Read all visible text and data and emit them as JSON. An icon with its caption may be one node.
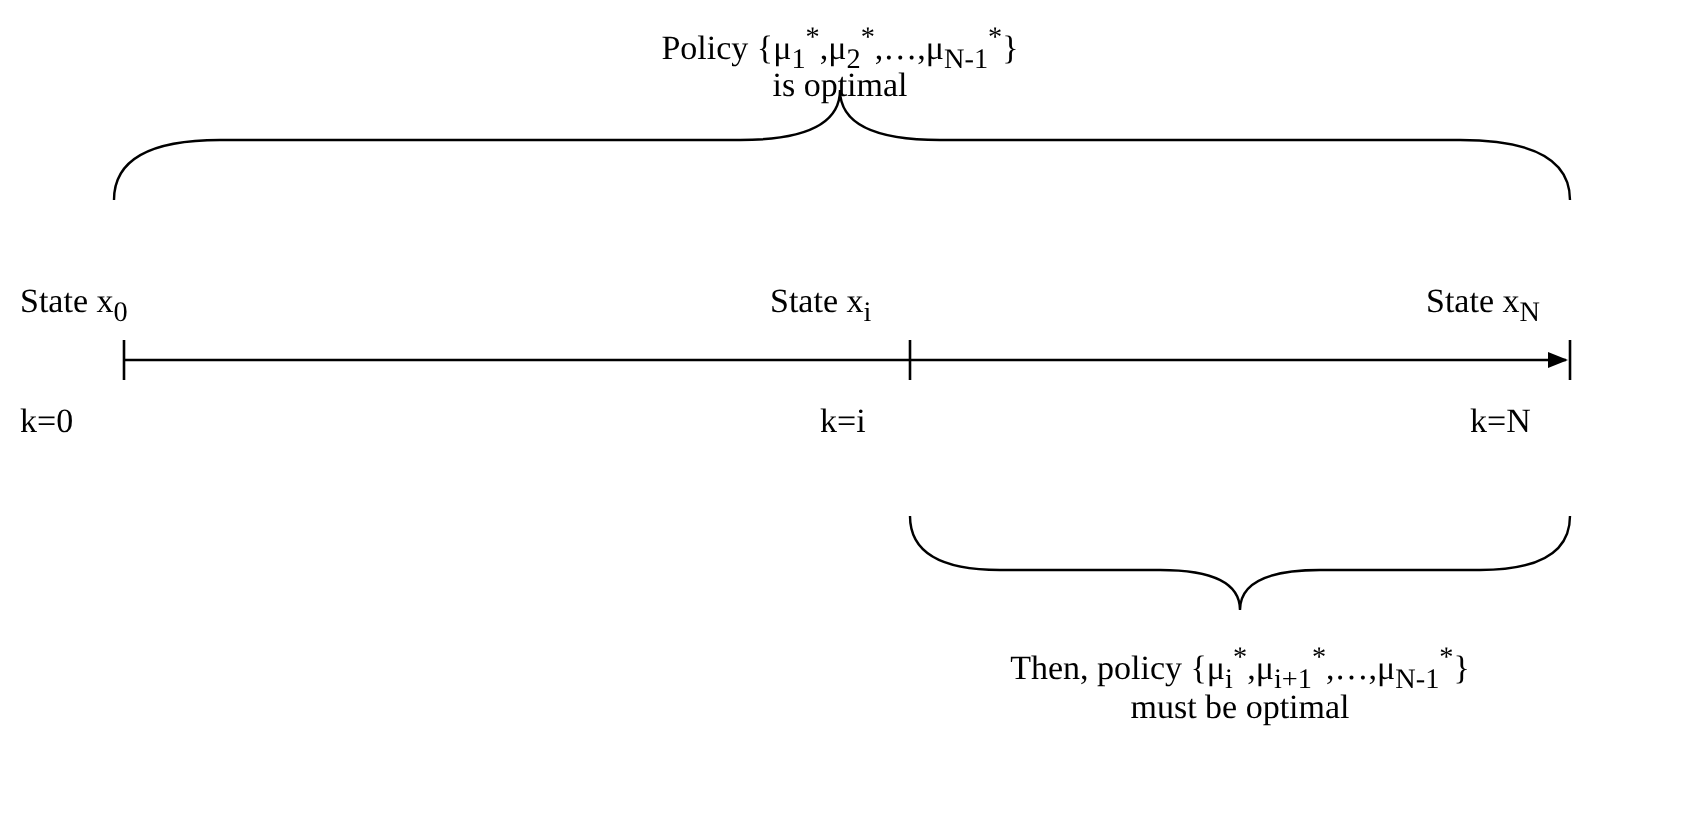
{
  "diagram": {
    "labels": [
      "Policy {μ$_{1}$$^{*}$,μ$_{2}$$^{*}$,…,μ$_{N-1}$$^{*}$}",
      "is optimal",
      "State  x$_{0}$",
      "State  x$_{i}$",
      "State  x$_{N}$",
      "k=0",
      "k=i",
      "k=N",
      "Then, policy {μ$_{i}$$^{*}$,μ$_{i+1}$$^{*}$,…,μ$_{N-1}$$^{*}$}",
      "must be optimal"
    ]
  }
}
